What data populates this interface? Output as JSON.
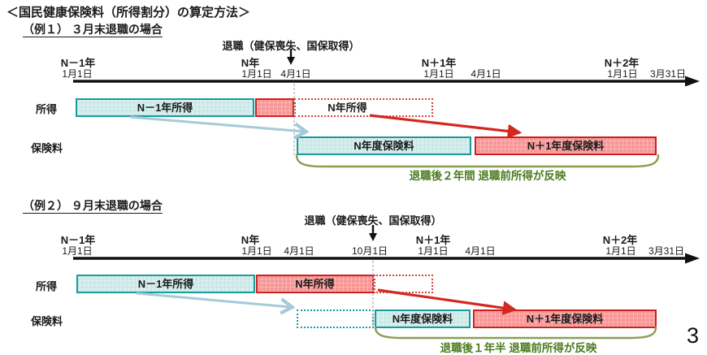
{
  "title": "＜国民健康保険料（所得割分）の算定方法＞",
  "page_number": "3",
  "row_labels": {
    "income": "所得",
    "premium": "保険料"
  },
  "colors": {
    "teal_border": "#1a9c9c",
    "teal_fill": "#d9efee",
    "red_border": "#cc2020",
    "red_fill": "#f89695",
    "arrow_blue": "#a5cbd8",
    "arrow_red": "#d3281e",
    "brace_olive": "#8a9e52",
    "note_green": "#4a7a1f"
  },
  "ex1": {
    "heading": "（例１） ３月末退職の場合",
    "retirement_label": "退職（健保喪失、国保取得）",
    "timeline": {
      "years": [
        "N－1年",
        "N年",
        "N＋1年",
        "N＋2年"
      ],
      "dates": [
        "1月1日",
        "1月1日",
        "4月1日",
        "1月1日",
        "4月1日",
        "1月1日",
        "3月31日"
      ]
    },
    "bars": {
      "income_n_minus_1": "N－1年所得",
      "income_n": "N年所得",
      "premium_n": "N年度保険料",
      "premium_n_plus_1": "N＋1年度保険料"
    },
    "note": "退職後２年間 退職前所得が反映"
  },
  "ex2": {
    "heading": "（例２） ９月末退職の場合",
    "retirement_label": "退職（健保喪失、国保取得）",
    "timeline": {
      "years": [
        "N－1年",
        "N年",
        "N＋1年",
        "N＋2年"
      ],
      "dates": [
        "1月1日",
        "1月1日",
        "4月1日",
        "10月1日",
        "1月1日",
        "4月1日",
        "1月1日",
        "3月31日"
      ]
    },
    "bars": {
      "income_n_minus_1": "N－1年所得",
      "income_n": "N年所得",
      "premium_n": "N年度保険料",
      "premium_n_plus_1": "N＋1年度保険料"
    },
    "note": "退職後１年半 退職前所得が反映"
  }
}
